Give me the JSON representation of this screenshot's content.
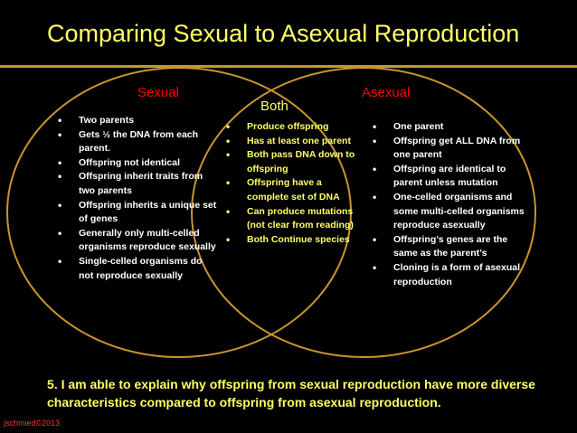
{
  "title": "Comparing Sexual to Asexual Reproduction",
  "colors": {
    "background": "#000000",
    "title": "#ffff66",
    "rule": "#c8952e",
    "circle_outline": "#c8952e",
    "circle_label": "#ff0000",
    "both_text": "#ffff66",
    "side_text": "#ffffff"
  },
  "venn": {
    "sexual": {
      "label": "Sexual",
      "items": [
        "Two parents",
        "Gets ½ the DNA from each parent.",
        "Offspring not identical",
        "Offspring inherit traits from two parents",
        "Offspring inherits a unique set of genes",
        "Generally only multi-celled organisms reproduce sexually",
        "Single-celled organisms do not reproduce sexually"
      ]
    },
    "both": {
      "label": "Both",
      "items": [
        "Produce offspring",
        "Has at least one parent",
        "Both pass DNA down to offspring",
        "Offspring have a complete set of DNA",
        "Can produce mutations (not clear from reading)",
        "Both Continue species"
      ]
    },
    "asexual": {
      "label": "Asexual",
      "items": [
        "One parent",
        "Offspring get ALL DNA from one parent",
        "Offspring are identical to parent unless mutation",
        "One-celled organisms and some multi-celled organisms reproduce asexually",
        "Offspring’s genes are the same as the parent’s",
        "Cloning is a form of asexual reproduction"
      ]
    }
  },
  "question": "5.  I am able to explain why offspring from sexual reproduction have more diverse characteristics compared to offspring from asexual reproduction.",
  "footer": "jschmied©2013"
}
